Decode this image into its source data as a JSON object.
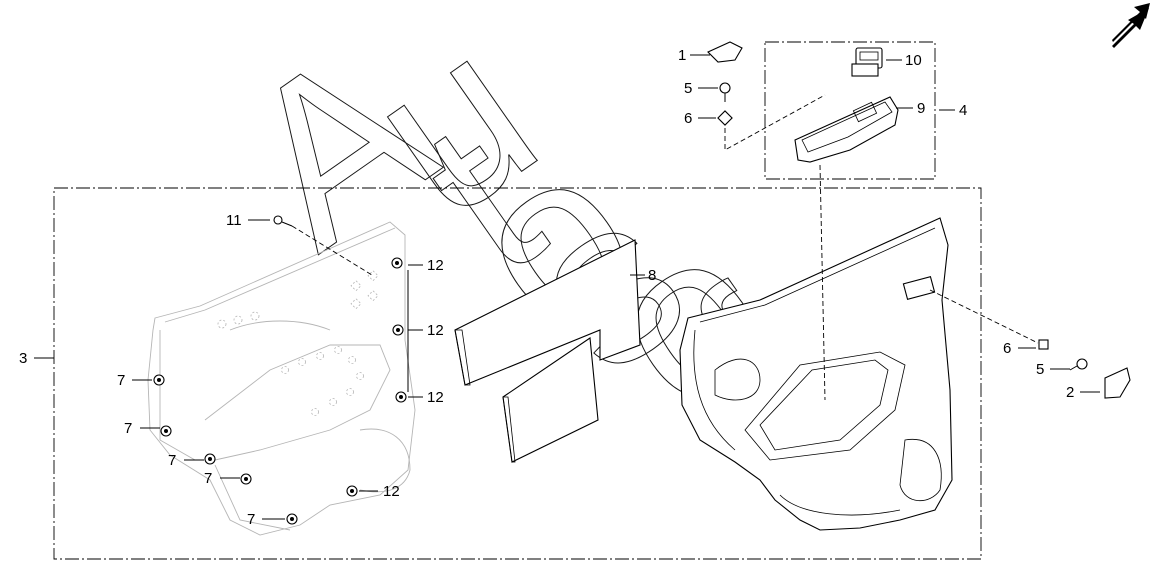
{
  "watermark": {
    "text": "Autosoft",
    "letters": [
      "A",
      "u",
      "t",
      "o",
      "s",
      "o",
      "f",
      "t"
    ]
  },
  "callouts": {
    "c1": "1",
    "c2": "2",
    "c3": "3",
    "c4": "4",
    "c5a": "5",
    "c5b": "5",
    "c6a": "6",
    "c6b": "6",
    "c7a": "7",
    "c7b": "7",
    "c7c": "7",
    "c7d": "7",
    "c7e": "7",
    "c8": "8",
    "c9": "9",
    "c10": "10",
    "c11": "11",
    "c12a": "12",
    "c12b": "12",
    "c12c": "12",
    "c12d": "12"
  },
  "icons": {
    "direction_arrow": "front-direction-arrow-icon"
  },
  "colors": {
    "line": "#000000",
    "ghost": "#b5b5b5",
    "background": "#ffffff"
  }
}
